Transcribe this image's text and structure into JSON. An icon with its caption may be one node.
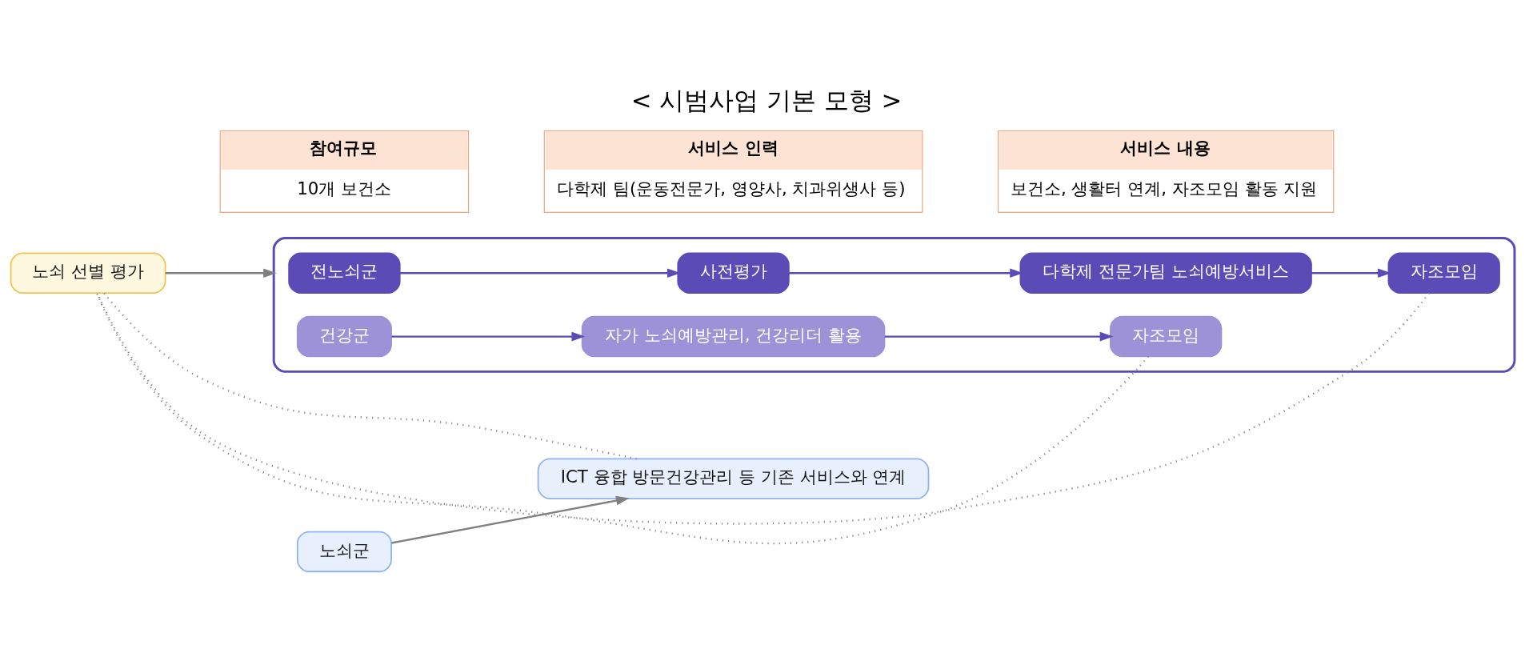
{
  "diagram": {
    "title": "< 시범사업 기본 모형 >",
    "nodes": [
      {
        "text": [
          "노쇠 선별 평가"
        ]
      },
      {
        "text": [
          "노쇠군"
        ]
      },
      {
        "text": [
          "ICT 융합 방문건강관리 등 기존 서비스와 연계"
        ]
      },
      {
        "text": [],
        "shape": "box"
      },
      {
        "text": [
          "전노쇠군"
        ],
        "in": 3
      },
      {
        "text": [
          "사전평가"
        ],
        "in": 3
      },
      {
        "text": [
          "다학제 전문가팀 노쇠예방서비스"
        ],
        "in": 3
      },
      {
        "text": [
          "자조모임"
        ],
        "in": 3
      },
      {
        "text": [
          "건강군"
        ],
        "in": 3
      },
      {
        "text": [
          "자가 노쇠예방관리, 건강리더 활용"
        ],
        "in": 3
      },
      {
        "text": [
          "자조모임"
        ],
        "in": 3
      },
      {
        "text": [
          "참여규모",
          "10개 보건소"
        ]
      },
      {
        "text": [
          "서비스 인력",
          "다학제 팀(운동전문가, 영양사, 치과위생사 등)"
        ]
      },
      {
        "text": [
          "서비스 내용",
          "보건소, 생활터 연계, 자조모임 활동 지원"
        ]
      }
    ],
    "edges": [
      {
        "from": 1,
        "to": 2,
        "arrow": "to"
      },
      {
        "from": 0,
        "to": 3,
        "arrow": "to"
      },
      {
        "from": 4,
        "to": 5,
        "arrow": "to",
        "color": "#5b4bb7"
      },
      {
        "from": 5,
        "to": 6,
        "arrow": "to",
        "color": "#5b4bb7"
      },
      {
        "from": 6,
        "to": 7,
        "arrow": "to",
        "color": "#5b4bb7"
      },
      {
        "from": 8,
        "to": 9,
        "arrow": "to",
        "color": "#5b4bb7"
      },
      {
        "from": 9,
        "to": 10,
        "arrow": "to",
        "color": "#5b4bb7"
      },
      {
        "from": 2,
        "to": 0,
        "arrow": "none",
        "style": "dashed"
      },
      {
        "from": 7,
        "to": 0,
        "arrow": "none",
        "style": "dashed"
      },
      {
        "from": 10,
        "to": 0,
        "arrow": "none",
        "style": "dashed"
      }
    ]
  }
}
